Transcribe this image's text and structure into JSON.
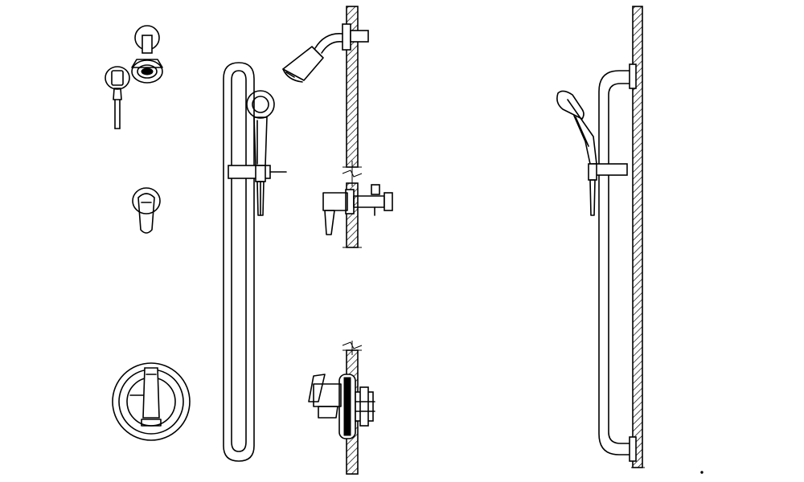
{
  "figure": {
    "kind": "shower fixture line drawing",
    "line_color": "#000000",
    "background_color": "#ffffff",
    "components": [
      {
        "id": "shower-head-small-icon"
      },
      {
        "id": "valve-handle-small-icon"
      },
      {
        "id": "lever-handle-icon"
      },
      {
        "id": "trim-plate-icon"
      },
      {
        "id": "grab-bar-front-icon"
      },
      {
        "id": "handshower-front-icon"
      },
      {
        "id": "wall-section-middle"
      },
      {
        "id": "shower-head-side-icon"
      },
      {
        "id": "diverter-valve-side-icon"
      },
      {
        "id": "mixing-valve-side-icon"
      },
      {
        "id": "wall-section-right"
      },
      {
        "id": "grab-bar-side-icon"
      },
      {
        "id": "handshower-side-icon"
      }
    ]
  }
}
